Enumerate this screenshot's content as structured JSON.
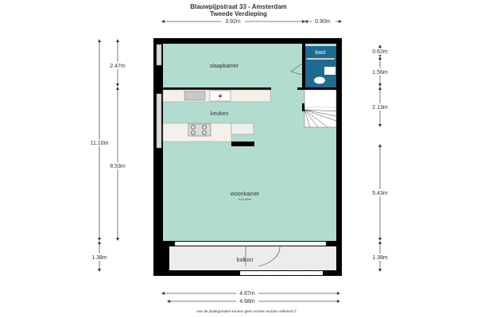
{
  "header": {
    "title": "Blauwpijpstraat 33 - Amsterdam",
    "subtitle": "Tweede Verdieping"
  },
  "rooms": {
    "slaapkamer": "slaapkamer",
    "keuken": "keuken",
    "woonkamer": "woonkamer",
    "woonkamer_height": "h=2.42m",
    "kast": "kast",
    "balkon": "balkon"
  },
  "dimensions": {
    "top_main": "3.92m",
    "top_side": "0.90m",
    "left_total": "11.10m",
    "left_upper": "2.47m",
    "left_lower": "8.53m",
    "left_balcony": "1.38m",
    "right_1": "0.62m",
    "right_2": "1.56m",
    "right_3": "2.13m",
    "right_4": "5.43m",
    "right_balcony": "1.38m",
    "bottom_outer": "4.87m",
    "bottom_inner": "4.68m"
  },
  "footer": {
    "disclaimer": "Aan de plattegronden kunnen geen rechten worden ontleend ©"
  },
  "colors": {
    "floor": "#b3dcd0",
    "wall": "#000000",
    "kast": "#1e6a90",
    "balcony": "#ececec"
  }
}
